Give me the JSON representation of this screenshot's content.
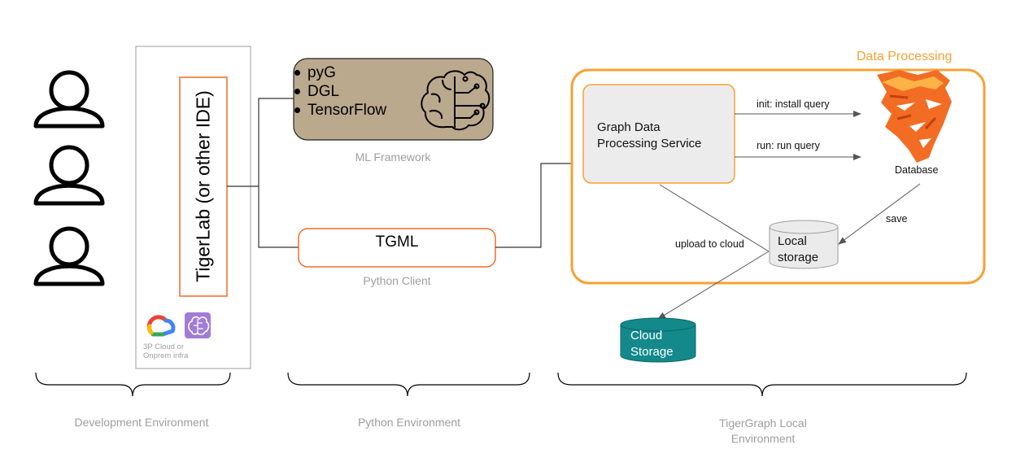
{
  "personas": [
    "user",
    "user",
    "user"
  ],
  "ide": {
    "label": "TigerLab (or other IDE)"
  },
  "infra": {
    "caption": "3P Cloud or\nOnprem infra",
    "icons": [
      "google-cloud-icon",
      "ai-brain-chip-icon"
    ]
  },
  "ml_framework": {
    "items": [
      "pyG",
      "DGL",
      "TensorFlow"
    ],
    "caption": "ML Framework",
    "icon": "brain-circuit-icon",
    "fill": "#bba98e"
  },
  "python_client": {
    "label": "TGML",
    "caption": "Python Client"
  },
  "data_processing": {
    "title": "Data Processing",
    "service": "Graph Data\nProcessing Service",
    "arrows": {
      "init": "init: install query",
      "run": "run: run query",
      "save": "save",
      "upload": "upload to cloud"
    },
    "database": "Database",
    "local_storage": "Local\nstorage",
    "accent": "#f7a134"
  },
  "cloud_storage": {
    "label": "Cloud\nStorage",
    "fill": "#13898b"
  },
  "environments": [
    "Development Environment",
    "Python Environment",
    "TigerGraph Local\nEnvironment"
  ]
}
